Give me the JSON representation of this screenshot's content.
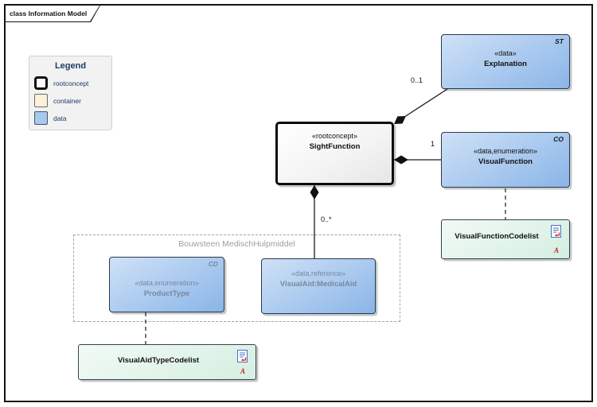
{
  "frame": {
    "title": "class Information Model"
  },
  "legend": {
    "title": "Legend",
    "items": [
      {
        "label": "rootconcept",
        "swatch": "rootconcept-style"
      },
      {
        "label": "container",
        "swatch": "container-style"
      },
      {
        "label": "data",
        "swatch": "data-style"
      }
    ]
  },
  "classes": {
    "explanation": {
      "corner": "ST",
      "stereotype": "«data»",
      "name": "Explanation"
    },
    "sightfunction": {
      "stereotype": "«rootconcept»",
      "name": "SightFunction"
    },
    "visualfunction": {
      "corner": "CO",
      "stereotype": "«data,enumeration»",
      "name": "VisualFunction"
    },
    "producttype": {
      "corner": "CD",
      "stereotype": "«data,enumeration»",
      "name": "ProductType"
    },
    "visualaid": {
      "stereotype": "«data,reference»",
      "name": "VisualAid:MedicalAid"
    }
  },
  "codelists": {
    "visualfunction_codelist": {
      "name": "VisualFunctionCodelist",
      "badge": "A",
      "icon": "document-artifact-icon"
    },
    "visualaidtype_codelist": {
      "name": "VisualAidTypeCodelist",
      "badge": "A",
      "icon": "document-artifact-icon"
    }
  },
  "boundary": {
    "label": "Bouwsteen MedischHulpmiddel"
  },
  "relations": {
    "sight_explanation": {
      "type": "composition",
      "multiplicity": "0..1"
    },
    "sight_visualfunction": {
      "type": "composition",
      "multiplicity": "1"
    },
    "sight_visualaid": {
      "type": "composition",
      "multiplicity": "0..*"
    },
    "visualfunction_codelist": {
      "type": "dashed-dependency",
      "multiplicity": ""
    },
    "producttype_codelist": {
      "type": "dashed-dependency",
      "multiplicity": ""
    }
  },
  "colors": {
    "data_fill": "#9fc2ec",
    "root_fill": "#f6f6f6",
    "codelist_fill": "#e2f4ea",
    "container_swatch": "#fbf1dc",
    "legend_text": "#1f3864",
    "muted_text": "#78889b",
    "badge_red": "#cc2222",
    "line": "#1a1a1a"
  }
}
